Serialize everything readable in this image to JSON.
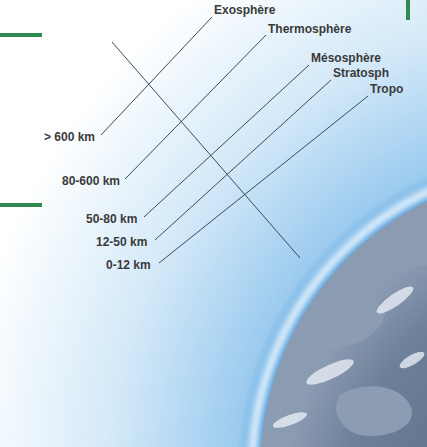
{
  "diagram": {
    "labels": [
      "Exosphère",
      "Thermosphère",
      "Mésosphère",
      "Stratosph",
      "Tropo",
      "> 600 km",
      "80-600 km",
      "50-80 km",
      "12-50 km",
      "0-12 km"
    ]
  }
}
